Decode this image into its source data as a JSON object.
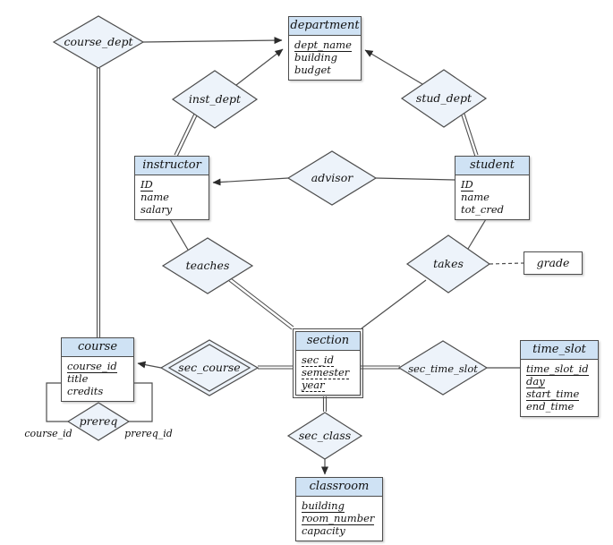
{
  "colors": {
    "entity_header_fill": "#cfe2f4",
    "entity_body_fill": "#ffffff",
    "relationship_fill": "#edf3fa",
    "line": "#4d4d4d",
    "text": "#111111"
  },
  "entities": {
    "department": {
      "name": "department",
      "attrs": [
        "dept_name",
        "building",
        "budget"
      ]
    },
    "instructor": {
      "name": "instructor",
      "attrs": [
        "ID",
        "name",
        "salary"
      ]
    },
    "student": {
      "name": "student",
      "attrs": [
        "ID",
        "name",
        "tot_cred"
      ]
    },
    "course": {
      "name": "course",
      "attrs": [
        "course_id",
        "title",
        "credits"
      ]
    },
    "section": {
      "name": "section",
      "attrs": [
        "sec_id",
        "semester",
        "year"
      ]
    },
    "time_slot": {
      "name": "time_slot",
      "attrs": [
        "time_slot_id",
        "day",
        "start_time",
        "end_time"
      ]
    },
    "classroom": {
      "name": "classroom",
      "attrs": [
        "building",
        "room_number",
        "capacity"
      ]
    }
  },
  "relationships": {
    "course_dept": "course_dept",
    "inst_dept": "inst_dept",
    "stud_dept": "stud_dept",
    "advisor": "advisor",
    "teaches": "teaches",
    "takes": "takes",
    "sec_course": "sec_course",
    "sec_time_slot": "sec_time_slot",
    "sec_class": "sec_class",
    "prereq": "prereq"
  },
  "descriptive_attribute": {
    "grade": "grade"
  },
  "role_labels": {
    "course_id": "course_id",
    "prereq_id": "prereq_id"
  }
}
